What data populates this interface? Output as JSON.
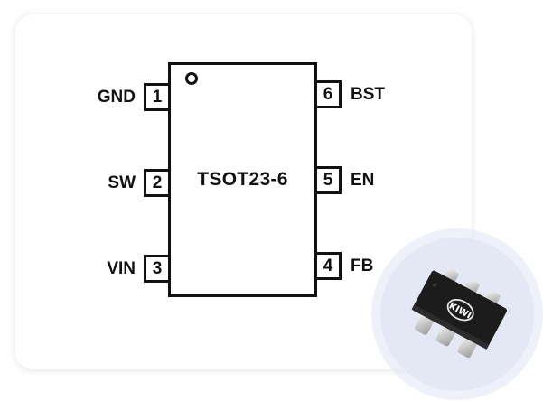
{
  "diagram": {
    "title": "TSOT23-6 pinout",
    "package_label": "TSOT23-6",
    "pins_left": [
      {
        "number": "1",
        "name": "GND"
      },
      {
        "number": "2",
        "name": "SW"
      },
      {
        "number": "3",
        "name": "VIN"
      }
    ],
    "pins_right": [
      {
        "number": "6",
        "name": "BST"
      },
      {
        "number": "5",
        "name": "EN"
      },
      {
        "number": "4",
        "name": "FB"
      }
    ],
    "pin1_marker": "circle",
    "photo": {
      "description": "TSOT23-6 package photo",
      "logo_text": "KIWI",
      "background_color": "#e4e8f4",
      "chip_color": "#1c1c1c"
    }
  }
}
